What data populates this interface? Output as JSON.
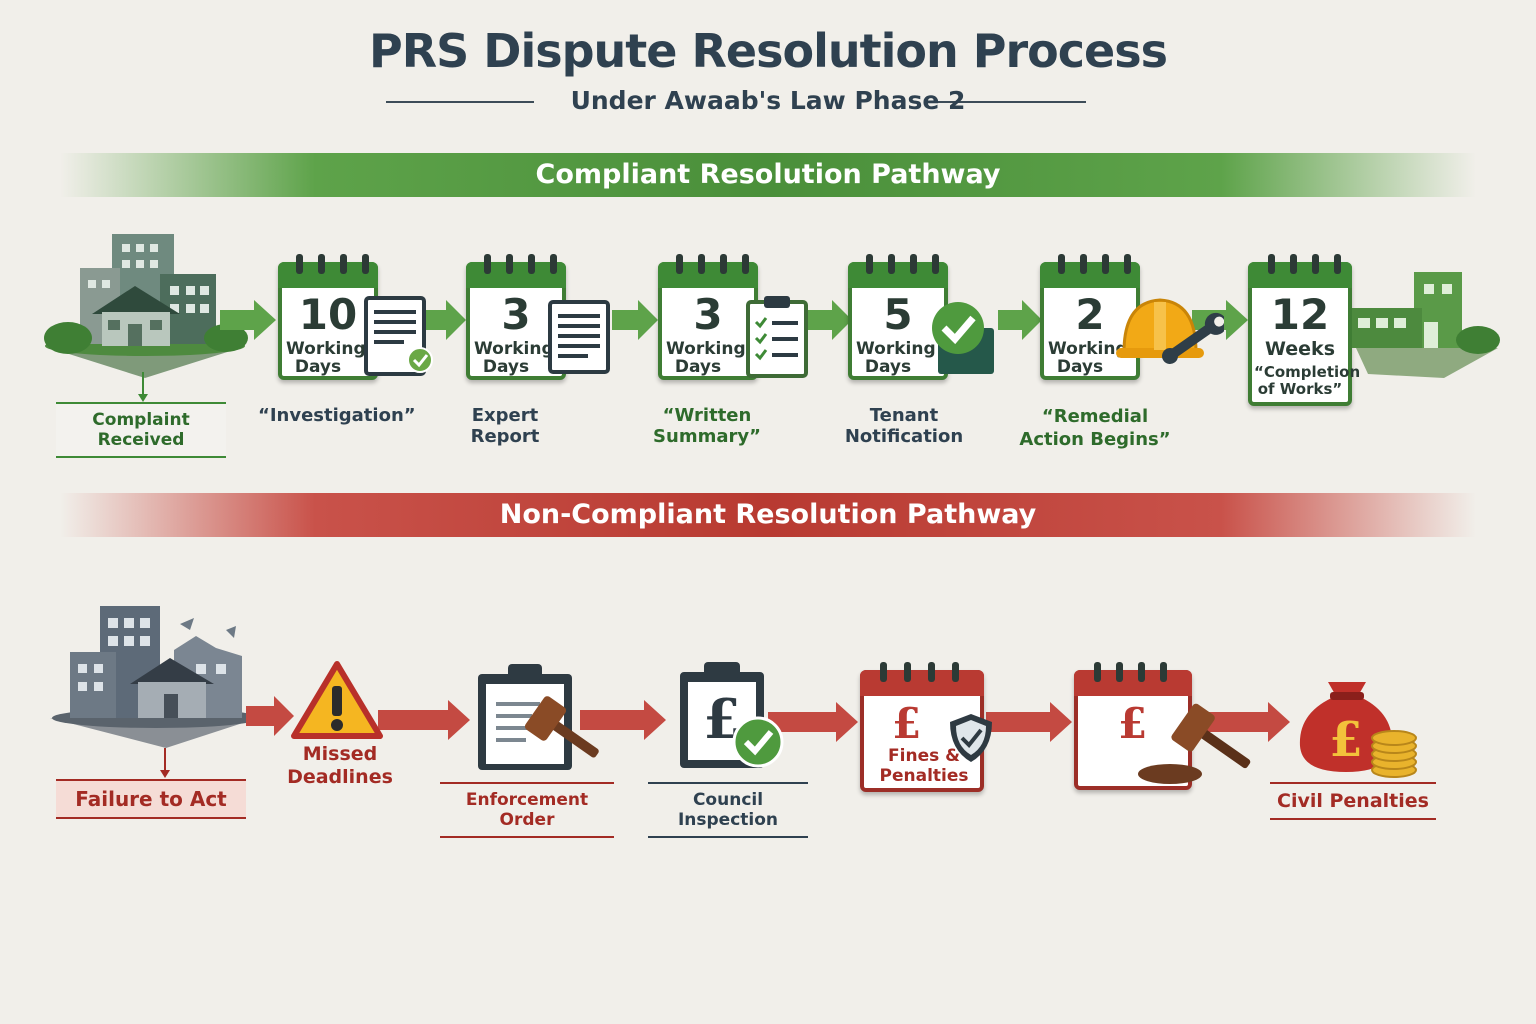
{
  "header": {
    "title": "PRS Dispute Resolution Process",
    "subtitle": "Under Awaab's Law Phase 2"
  },
  "compliant": {
    "heading": "Compliant Resolution Pathway",
    "start_label": "Complaint Received",
    "steps": [
      {
        "num": "10",
        "unit": "Working Days",
        "label": "“Investigation”",
        "icon": "document-certificate-icon"
      },
      {
        "num": "3",
        "unit": "Working Days",
        "label": "Expert Report",
        "icon": "document-icon"
      },
      {
        "num": "3",
        "unit": "Working Days",
        "label": "“Written Summary”",
        "icon": "checklist-clipboard-icon"
      },
      {
        "num": "5",
        "unit": "Working Days",
        "label": "Tenant Notification",
        "icon": "checkmark-badge-icon"
      },
      {
        "num": "2",
        "unit": "Working Days",
        "label": "“Remedial Action Begins”",
        "icon": "hard-hat-wrench-icon"
      },
      {
        "num": "12",
        "unit": "Weeks",
        "note": "“Completion of Works”",
        "icon": "completed-buildings-icon"
      }
    ],
    "colors": {
      "primary": "#3e8a36",
      "text": "#2e6b2b"
    }
  },
  "noncompliant": {
    "heading": "Non-Compliant Resolution Pathway",
    "steps": [
      {
        "label": "Failure to Act",
        "icon": "damaged-buildings-icon"
      },
      {
        "label": "Missed Deadlines",
        "icon": "warning-triangle-icon"
      },
      {
        "label": "Enforcement Order",
        "icon": "clipboard-gavel-icon"
      },
      {
        "label": "Council Inspection",
        "icon": "clipboard-pound-check-icon"
      },
      {
        "label": "Fines & Penalties",
        "symbol": "£",
        "icon": "calendar-pound-shield-icon"
      },
      {
        "label": "",
        "symbol": "£",
        "icon": "calendar-pound-gavel-icon"
      },
      {
        "label": "Civil Penalties",
        "symbol": "£",
        "icon": "money-bag-icon"
      }
    ],
    "colors": {
      "primary": "#b93a32",
      "text": "#a32b24"
    }
  }
}
